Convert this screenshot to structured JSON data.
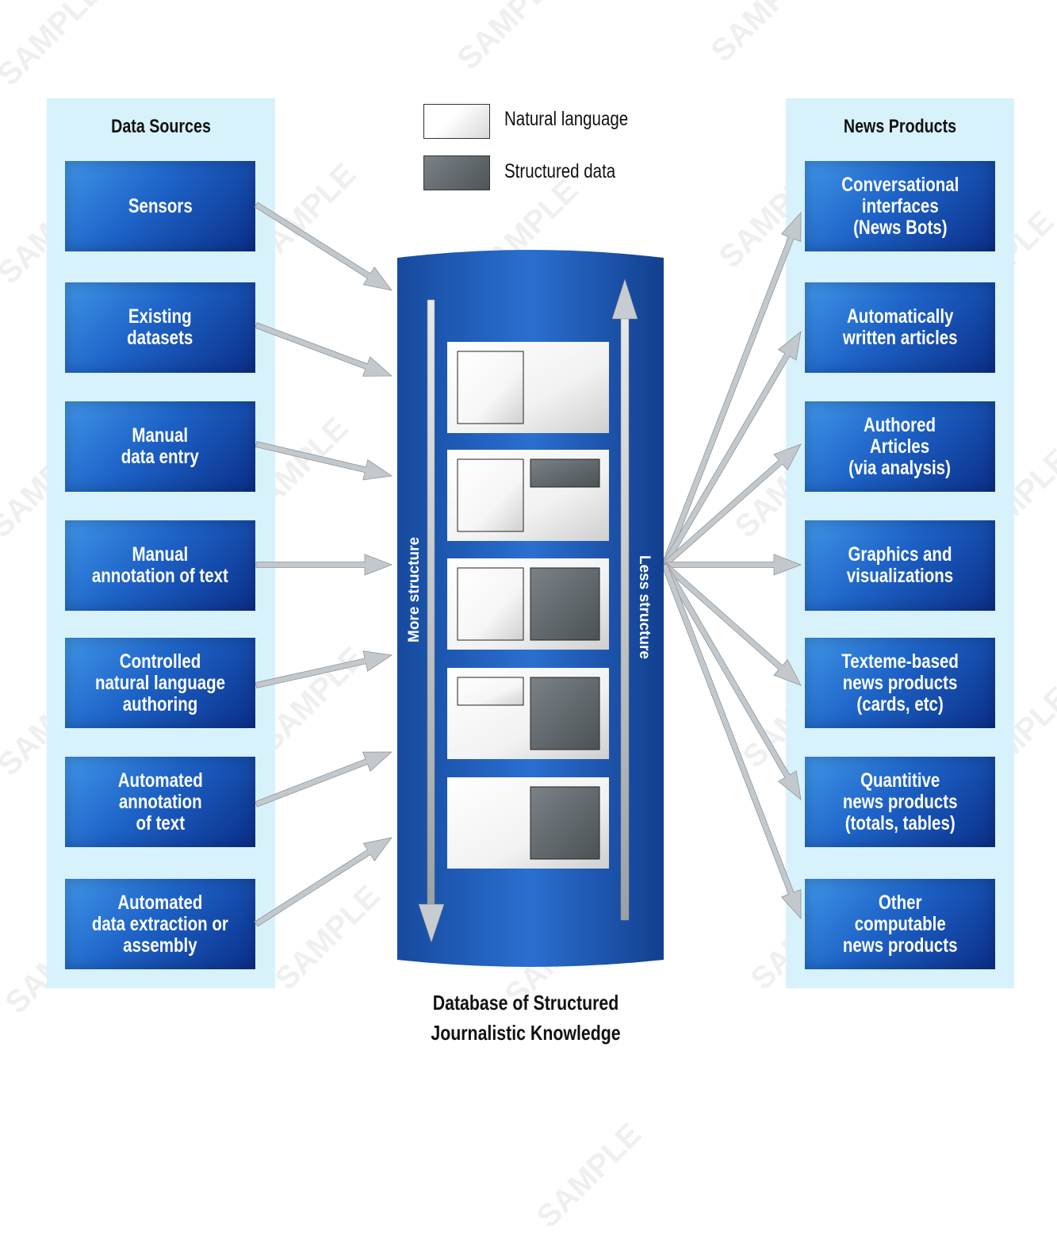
{
  "watermark": "SAMPLE",
  "legend": {
    "natural_language": "Natural language",
    "structured_data": "Structured data"
  },
  "data_sources": {
    "title": "Data Sources",
    "items": [
      "Sensors",
      "Existing\ndatasets",
      "Manual\ndata entry",
      "Manual\nannotation of text",
      "Controlled\nnatural language\nauthoring",
      "Automated\nannotation\nof text",
      "Automated\ndata extraction or\nassembly"
    ]
  },
  "news_products": {
    "title": "News Products",
    "items": [
      "Conversational\ninterfaces\n(News Bots)",
      "Automatically\nwritten articles",
      "Authored\nArticles\n(via analysis)",
      "Graphics and\nvisualizations",
      "Texteme-based\nnews products\n(cards, etc)",
      "Quantitive\nnews products\n(totals, tables)",
      "Other\ncomputable\nnews products"
    ]
  },
  "database": {
    "more_structure": "More structure",
    "less_structure": "Less structure",
    "caption_line1": "Database of Structured",
    "caption_line2": "Journalistic Knowledge",
    "records": [
      {
        "natural": "large",
        "structured": "none"
      },
      {
        "natural": "large",
        "structured": "small"
      },
      {
        "natural": "large",
        "structured": "large"
      },
      {
        "natural": "small",
        "structured": "large"
      },
      {
        "natural": "none",
        "structured": "large"
      }
    ]
  },
  "colors": {
    "panel": "#d7f2fb",
    "box_blue": "#1d62c6",
    "cylinder_blue": "#1a4fa8",
    "structured_gray": "#5a6166",
    "arrow_gray": "#b9bfc3"
  }
}
